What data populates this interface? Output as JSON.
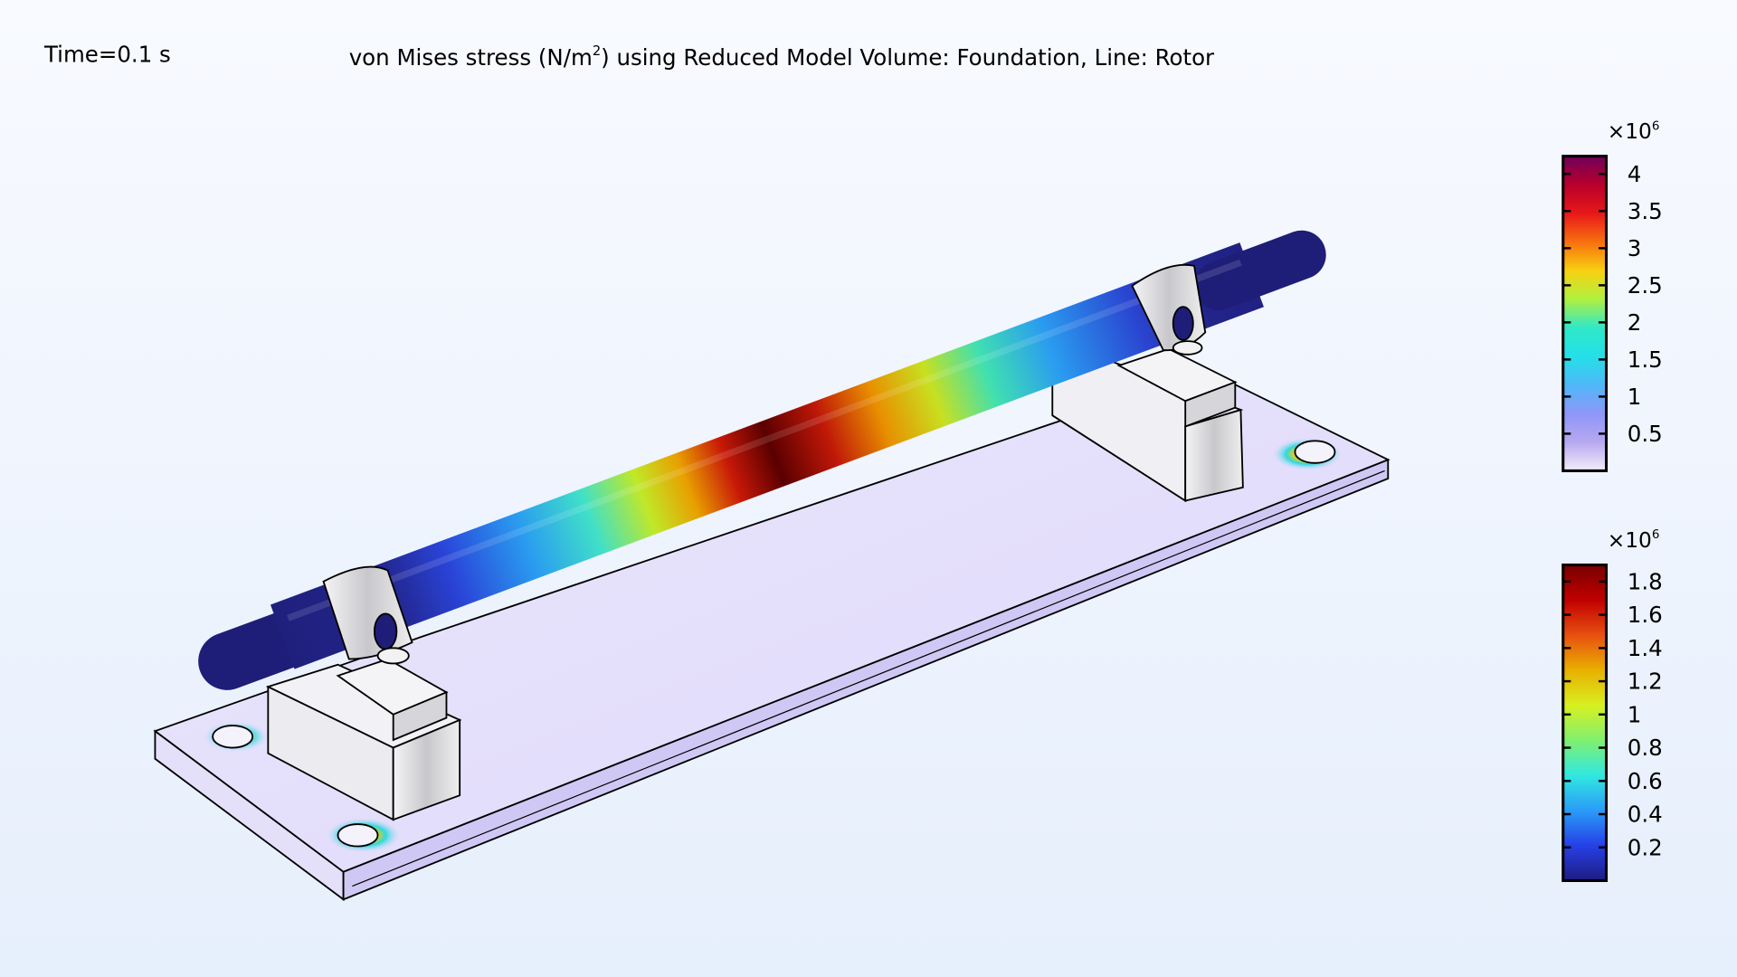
{
  "header": {
    "time_label": "Time=0.1 s",
    "title_pre": "von Mises stress (N/m",
    "title_sup": "2",
    "title_post": ") using Reduced Model Volume:  Foundation, Line: Rotor"
  },
  "colorbars": [
    {
      "name": "volume-foundation",
      "multiplier_base": "×10",
      "multiplier_exp": "6",
      "range": [
        0,
        4.24
      ],
      "ticks": [
        "4",
        "3.5",
        "3",
        "2.5",
        "2",
        "1.5",
        "1",
        "0.5"
      ],
      "tick_values": [
        4,
        3.5,
        3,
        2.5,
        2,
        1.5,
        1,
        0.5
      ],
      "colors": [
        "#f2eef8",
        "#b8a8f0",
        "#8e96f8",
        "#4fb8f8",
        "#24e0e8",
        "#30e8c8",
        "#b0f040",
        "#f8d010",
        "#f87010",
        "#e81818",
        "#b8002c",
        "#70005a"
      ]
    },
    {
      "name": "line-rotor",
      "multiplier_base": "×10",
      "multiplier_exp": "6",
      "range": [
        0,
        1.9
      ],
      "ticks": [
        "1.8",
        "1.6",
        "1.4",
        "1.2",
        "1",
        "0.8",
        "0.6",
        "0.4",
        "0.2"
      ],
      "tick_values": [
        1.8,
        1.6,
        1.4,
        1.2,
        1,
        0.8,
        0.6,
        0.4,
        0.2
      ],
      "colors": [
        "#1e1c80",
        "#2640e8",
        "#2a9cf8",
        "#30e8e0",
        "#80f070",
        "#d8f020",
        "#e8b000",
        "#e85010",
        "#c00000",
        "#780000"
      ]
    }
  ]
}
